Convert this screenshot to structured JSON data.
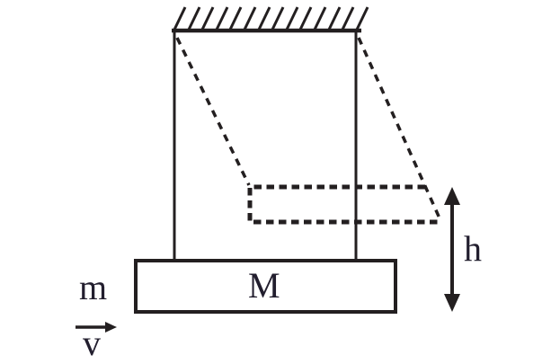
{
  "diagram": {
    "labels": {
      "projectile_mass": "m",
      "projectile_velocity": "v",
      "block_mass": "M",
      "rise_height": "h"
    },
    "colors": {
      "ink": "#231f20",
      "label_text": "#221e2e",
      "background": "#ffffff"
    }
  }
}
